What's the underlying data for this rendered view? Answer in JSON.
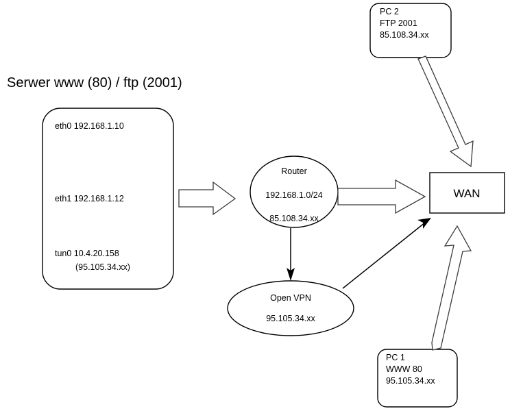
{
  "diagram": {
    "title": "Serwer www (80) / ftp (2001)",
    "nodes": {
      "server": {
        "name": "server-box",
        "lines": [
          "eth0 192.168.1.10",
          "eth1 192.168.1.12",
          "tun0 10.4.20.158",
          "(95.105.34.xx)"
        ]
      },
      "router": {
        "name": "router-ellipse",
        "label": "Router",
        "network": "192.168.1.0/24",
        "public_ip": "85.108.34.xx"
      },
      "vpn": {
        "name": "openvpn-ellipse",
        "label": "Open VPN",
        "ip": "95.105.34.xx"
      },
      "wan": {
        "name": "wan-box",
        "label": "WAN"
      },
      "pc2": {
        "name": "pc2-box",
        "lines": [
          "PC 2",
          "FTP 2001",
          "85.108.34.xx"
        ]
      },
      "pc1": {
        "name": "pc1-box",
        "lines": [
          "PC 1",
          "WWW 80",
          "95.105.34.xx"
        ]
      }
    },
    "colors": {
      "stroke": "#000000",
      "arrow_stroke": "#3a3a3a",
      "background": "#ffffff"
    }
  }
}
